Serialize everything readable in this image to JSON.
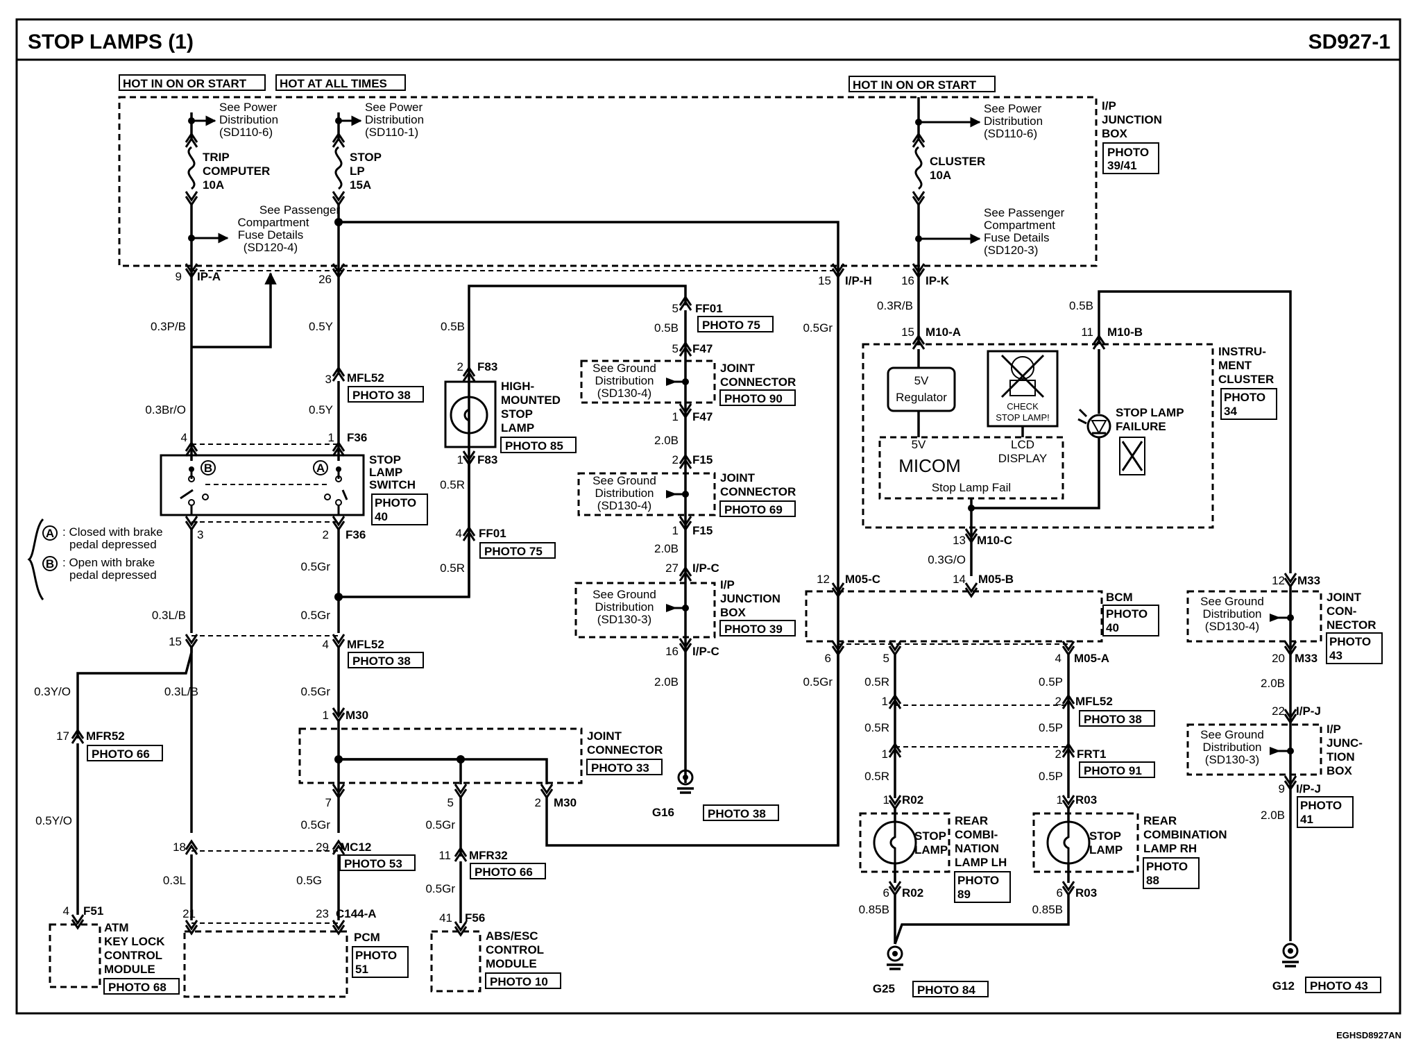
{
  "header": {
    "title": "STOP LAMPS (1)",
    "code": "SD927-1"
  },
  "footer": {
    "code": "EGHSD8927AN"
  },
  "tags": {
    "hot_on_1": "HOT IN ON OR START",
    "hot_all": "HOT AT ALL TIMES",
    "hot_on_2": "HOT IN ON OR START"
  },
  "fuses": {
    "trip_name": "TRIP",
    "trip_name2": "COMPUTER",
    "trip_amp": "10A",
    "stop_name": "STOP",
    "stop_name2": "LP",
    "stop_amp": "15A",
    "cluster_name": "CLUSTER",
    "cluster_amp": "10A"
  },
  "notes": {
    "pd1": [
      "See Power",
      "Distribution",
      "(SD110-6)"
    ],
    "pd2": [
      "See Power",
      "Distribution",
      "(SD110-1)"
    ],
    "pd3": [
      "See Power",
      "Distribution",
      "(SD110-6)"
    ],
    "pcf1": [
      "See Passenger",
      "Compartment",
      "Fuse Details",
      "(SD120-4)"
    ],
    "pcf2": [
      "See Passenger",
      "Compartment",
      "Fuse Details",
      "(SD120-3)"
    ],
    "gd90": [
      "See Ground",
      "Distribution",
      "(SD130-4)"
    ],
    "gd69": [
      "See Ground",
      "Distribution",
      "(SD130-4)"
    ],
    "gd39": [
      "See Ground",
      "Distribution",
      "(SD130-3)"
    ],
    "gd43": [
      "See Ground",
      "Distribution",
      "(SD130-4)"
    ],
    "gd41": [
      "See Ground",
      "Distribution",
      "(SD130-3)"
    ]
  },
  "components": {
    "ip_jb": [
      "I/P",
      "JUNCTION",
      "BOX"
    ],
    "hmsl": [
      "HIGH-",
      "MOUNTED",
      "STOP",
      "LAMP"
    ],
    "sls": [
      "STOP",
      "LAMP",
      "SWITCH"
    ],
    "jc90": [
      "JOINT",
      "CONNECTOR"
    ],
    "jc69": [
      "JOINT",
      "CONNECTOR"
    ],
    "ipjb39": [
      "I/P",
      "JUNCTION",
      "BOX"
    ],
    "jc33": [
      "JOINT",
      "CONNECTOR"
    ],
    "cluster": [
      "INSTRU-",
      "MENT",
      "CLUSTER"
    ],
    "stop_fail": [
      "STOP LAMP",
      "FAILURE"
    ],
    "regulator": [
      "5V",
      "Regulator"
    ],
    "check": [
      "CHECK",
      "STOP LAMP!"
    ],
    "micom_5v": "5V",
    "lcd": [
      "LCD",
      "DISPLAY"
    ],
    "micom": "MICOM",
    "micom_fail": "Stop Lamp Fail",
    "bcm": "BCM",
    "jc43": [
      "JOINT",
      "CON-",
      "NECTOR"
    ],
    "ipjb41": [
      "I/P",
      "JUNC-",
      "TION",
      "BOX"
    ],
    "rcl_lh": [
      "REAR",
      "COMBI-",
      "NATION",
      "LAMP LH"
    ],
    "rcl_rh": [
      "REAR",
      "COMBINATION",
      "LAMP RH"
    ],
    "stop_lamp_l": [
      "STOP",
      "LAMP"
    ],
    "stop_lamp_r": [
      "STOP",
      "LAMP"
    ],
    "atm": [
      "ATM",
      "KEY LOCK",
      "CONTROL",
      "MODULE"
    ],
    "pcm": "PCM",
    "abs": [
      "ABS/ESC",
      "CONTROL",
      "MODULE"
    ]
  },
  "legend": {
    "a_symbol": "A",
    "a_text": [
      ": Closed with brake",
      "pedal depressed"
    ],
    "b_symbol": "B",
    "b_text": [
      ": Open with brake",
      "pedal depressed"
    ]
  },
  "photos": {
    "p39_41": [
      "PHOTO",
      "39/41"
    ],
    "p75a": "PHOTO 75",
    "p38a": "PHOTO 38",
    "p90": "PHOTO 90",
    "p85": "PHOTO 85",
    "p40a": [
      "PHOTO",
      "40"
    ],
    "p69": "PHOTO 69",
    "p75b": "PHOTO 75",
    "p39": "PHOTO 39",
    "p38b": "PHOTO 38",
    "p66a": "PHOTO 66",
    "p33": "PHOTO 33",
    "p38g": "PHOTO 38",
    "p53": "PHOTO 53",
    "p66b": "PHOTO 66",
    "p68": "PHOTO 68",
    "p51": [
      "PHOTO",
      "51"
    ],
    "p10": "PHOTO 10",
    "p34": [
      "PHOTO",
      "34"
    ],
    "p40b": [
      "PHOTO",
      "40"
    ],
    "p43a": [
      "PHOTO",
      "43"
    ],
    "p41": [
      "PHOTO",
      "41"
    ],
    "p38c": "PHOTO 38",
    "p91": "PHOTO 91",
    "p89": [
      "PHOTO",
      "89"
    ],
    "p88": [
      "PHOTO",
      "88"
    ],
    "p84": "PHOTO 84",
    "p43b": "PHOTO 43"
  },
  "connectors": {
    "ipa": "IP-A",
    "ipa_pin": "9",
    "ipa_pin2": "26",
    "iph": "I/P-H",
    "iph_pin": "15",
    "ipk": "IP-K",
    "ipk_pin": "16",
    "m10a": "M10-A",
    "m10a_pin": "15",
    "m10b": "M10-B",
    "m10b_pin": "11",
    "m10c": "M10-C",
    "m10c_pin": "13",
    "mfl52a": "MFL52",
    "mfl52a_pin": "3",
    "f36a": "F36",
    "f36a_pin": "1",
    "f36b": "F36",
    "f36b_pin": "2",
    "sw_pin4": "4",
    "sw_pin3": "3",
    "ff01a": "FF01",
    "ff01a_pin": "5",
    "f47a": "F47",
    "f47a_pin": "5",
    "f47b": "F47",
    "f47b_pin": "1",
    "f15a": "F15",
    "f15a_pin": "2",
    "f15b": "F15",
    "f15b_pin": "1",
    "ipc1": "I/P-C",
    "ipc1_pin": "27",
    "ipc2": "I/P-C",
    "ipc2_pin": "16",
    "f83a": "F83",
    "f83a_pin": "2",
    "f83b": "F83",
    "f83b_pin": "1",
    "ff01b": "FF01",
    "ff01b_pin": "4",
    "mfl52b": "MFL52",
    "mfl52b_pin": "4",
    "pin15": "15",
    "mfr52": "MFR52",
    "mfr52_pin": "17",
    "m30a": "M30",
    "m30a_pin": "1",
    "m30b": "M30",
    "m30b_pin": "2",
    "m30_pin7": "7",
    "m30_pin5": "5",
    "mc12": "MC12",
    "mc12_pin": "29",
    "pin18": "18",
    "mfr32": "MFR32",
    "mfr32_pin": "11",
    "f51": "F51",
    "f51_pin": "4",
    "pin21": "21",
    "c144a": "C144-A",
    "c144a_pin": "23",
    "f56": "F56",
    "f56_pin": "41",
    "m05c": "M05-C",
    "m05c_pin": "12",
    "m05b": "M05-B",
    "m05b_pin": "14",
    "m05a": "M05-A",
    "m05a_pin": "4",
    "bcm_pin6": "6",
    "bcm_pin5": "5",
    "mfl52c": "MFL52",
    "mfl52c_pin": "2",
    "pin1a": "1",
    "frt1": "FRT1",
    "frt1_pin": "2",
    "pin1b": "1",
    "r02a": "R02",
    "r02a_pin": "1",
    "r02b": "R02",
    "r02b_pin": "6",
    "r03a": "R03",
    "r03a_pin": "1",
    "r03b": "R03",
    "r03b_pin": "6",
    "m33a": "M33",
    "m33a_pin": "12",
    "m33b": "M33",
    "m33b_pin": "20",
    "ipj1": "I/P-J",
    "ipj1_pin": "22",
    "ipj2": "I/P-J",
    "ipj2_pin": "9"
  },
  "wires": {
    "w_03pb": "0.3P/B",
    "w_05y_a": "0.5Y",
    "w_05b_a": "0.5B",
    "w_05b_b": "0.5B",
    "w_05gr_a": "0.5Gr",
    "w_03rb": "0.3R/B",
    "w_05b_c": "0.5B",
    "w_03bro": "0.3Br/O",
    "w_05y_b": "0.5Y",
    "w_20b_a": "2.0B",
    "w_05r_a": "0.5R",
    "w_20b_b": "2.0B",
    "w_05gr_b": "0.5Gr",
    "w_05r_b": "0.5R",
    "w_03go": "0.3G/O",
    "w_03lb_a": "0.3L/B",
    "w_05gr_c": "0.5Gr",
    "w_03yo": "0.3Y/O",
    "w_03lb_b": "0.3L/B",
    "w_05gr_d": "0.5Gr",
    "w_20b_c": "2.0B",
    "w_05gr_e": "0.5Gr",
    "w_05r_c": "0.5R",
    "w_05p_a": "0.5P",
    "w_20b_d": "2.0B",
    "w_05r_d": "0.5R",
    "w_05p_b": "0.5P",
    "w_05yo": "0.5Y/O",
    "w_05gr_f": "0.5Gr",
    "w_05gr_g": "0.5Gr",
    "w_05r_e": "0.5R",
    "w_05p_c": "0.5P",
    "w_20b_e": "2.0B",
    "w_03l": "0.3L",
    "w_05g": "0.5G",
    "w_05gr_h": "0.5Gr",
    "w_085b_a": "0.85B",
    "w_085b_b": "0.85B"
  },
  "grounds": {
    "g16": "G16",
    "g25": "G25",
    "g12": "G12"
  }
}
